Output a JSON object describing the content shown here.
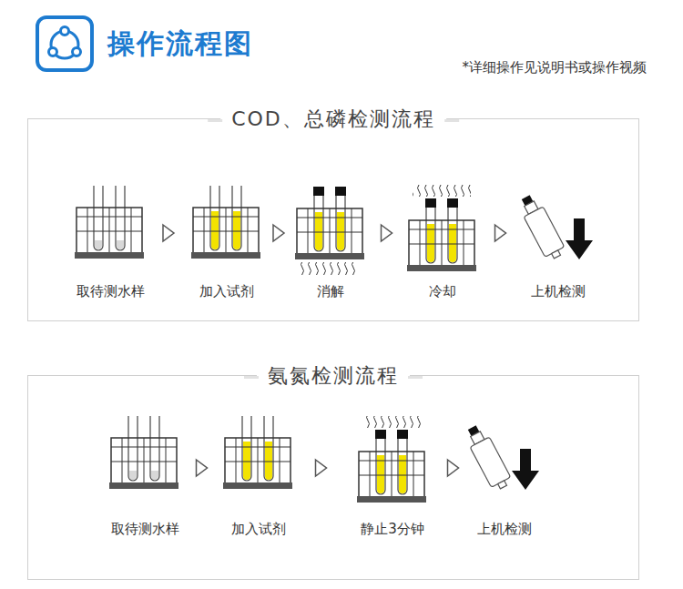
{
  "diagram": {
    "title": "操作流程图",
    "nodes": [
      {
        "text": [
          "COD、总磷检测流程"
        ]
      },
      {
        "text": [
          "取待测水样"
        ],
        "in": 0
      },
      {
        "text": [
          "加入试剂"
        ],
        "in": 0
      },
      {
        "text": [
          "消解"
        ],
        "in": 0
      },
      {
        "text": [
          "冷却"
        ],
        "in": 0
      },
      {
        "text": [
          "上机检测"
        ],
        "in": 0
      },
      {
        "text": [
          "氨氮检测流程"
        ]
      },
      {
        "text": [
          "取待测水样"
        ],
        "in": 6
      },
      {
        "text": [
          "加入试剂"
        ],
        "in": 6
      },
      {
        "text": [
          "静止3分钟"
        ],
        "in": 6
      },
      {
        "text": [
          "上机检测"
        ],
        "in": 6
      }
    ],
    "edges": [
      {
        "from": 1,
        "to": 2,
        "arrow": "to"
      },
      {
        "from": 2,
        "to": 3,
        "arrow": "to"
      },
      {
        "from": 3,
        "to": 4,
        "arrow": "to"
      },
      {
        "from": 4,
        "to": 5,
        "arrow": "to"
      },
      {
        "from": 7,
        "to": 8,
        "arrow": "to"
      },
      {
        "from": 8,
        "to": 9,
        "arrow": "to"
      },
      {
        "from": 9,
        "to": 10,
        "arrow": "to"
      }
    ],
    "labels": [
      "*详细操作见说明书或操作视频"
    ]
  }
}
